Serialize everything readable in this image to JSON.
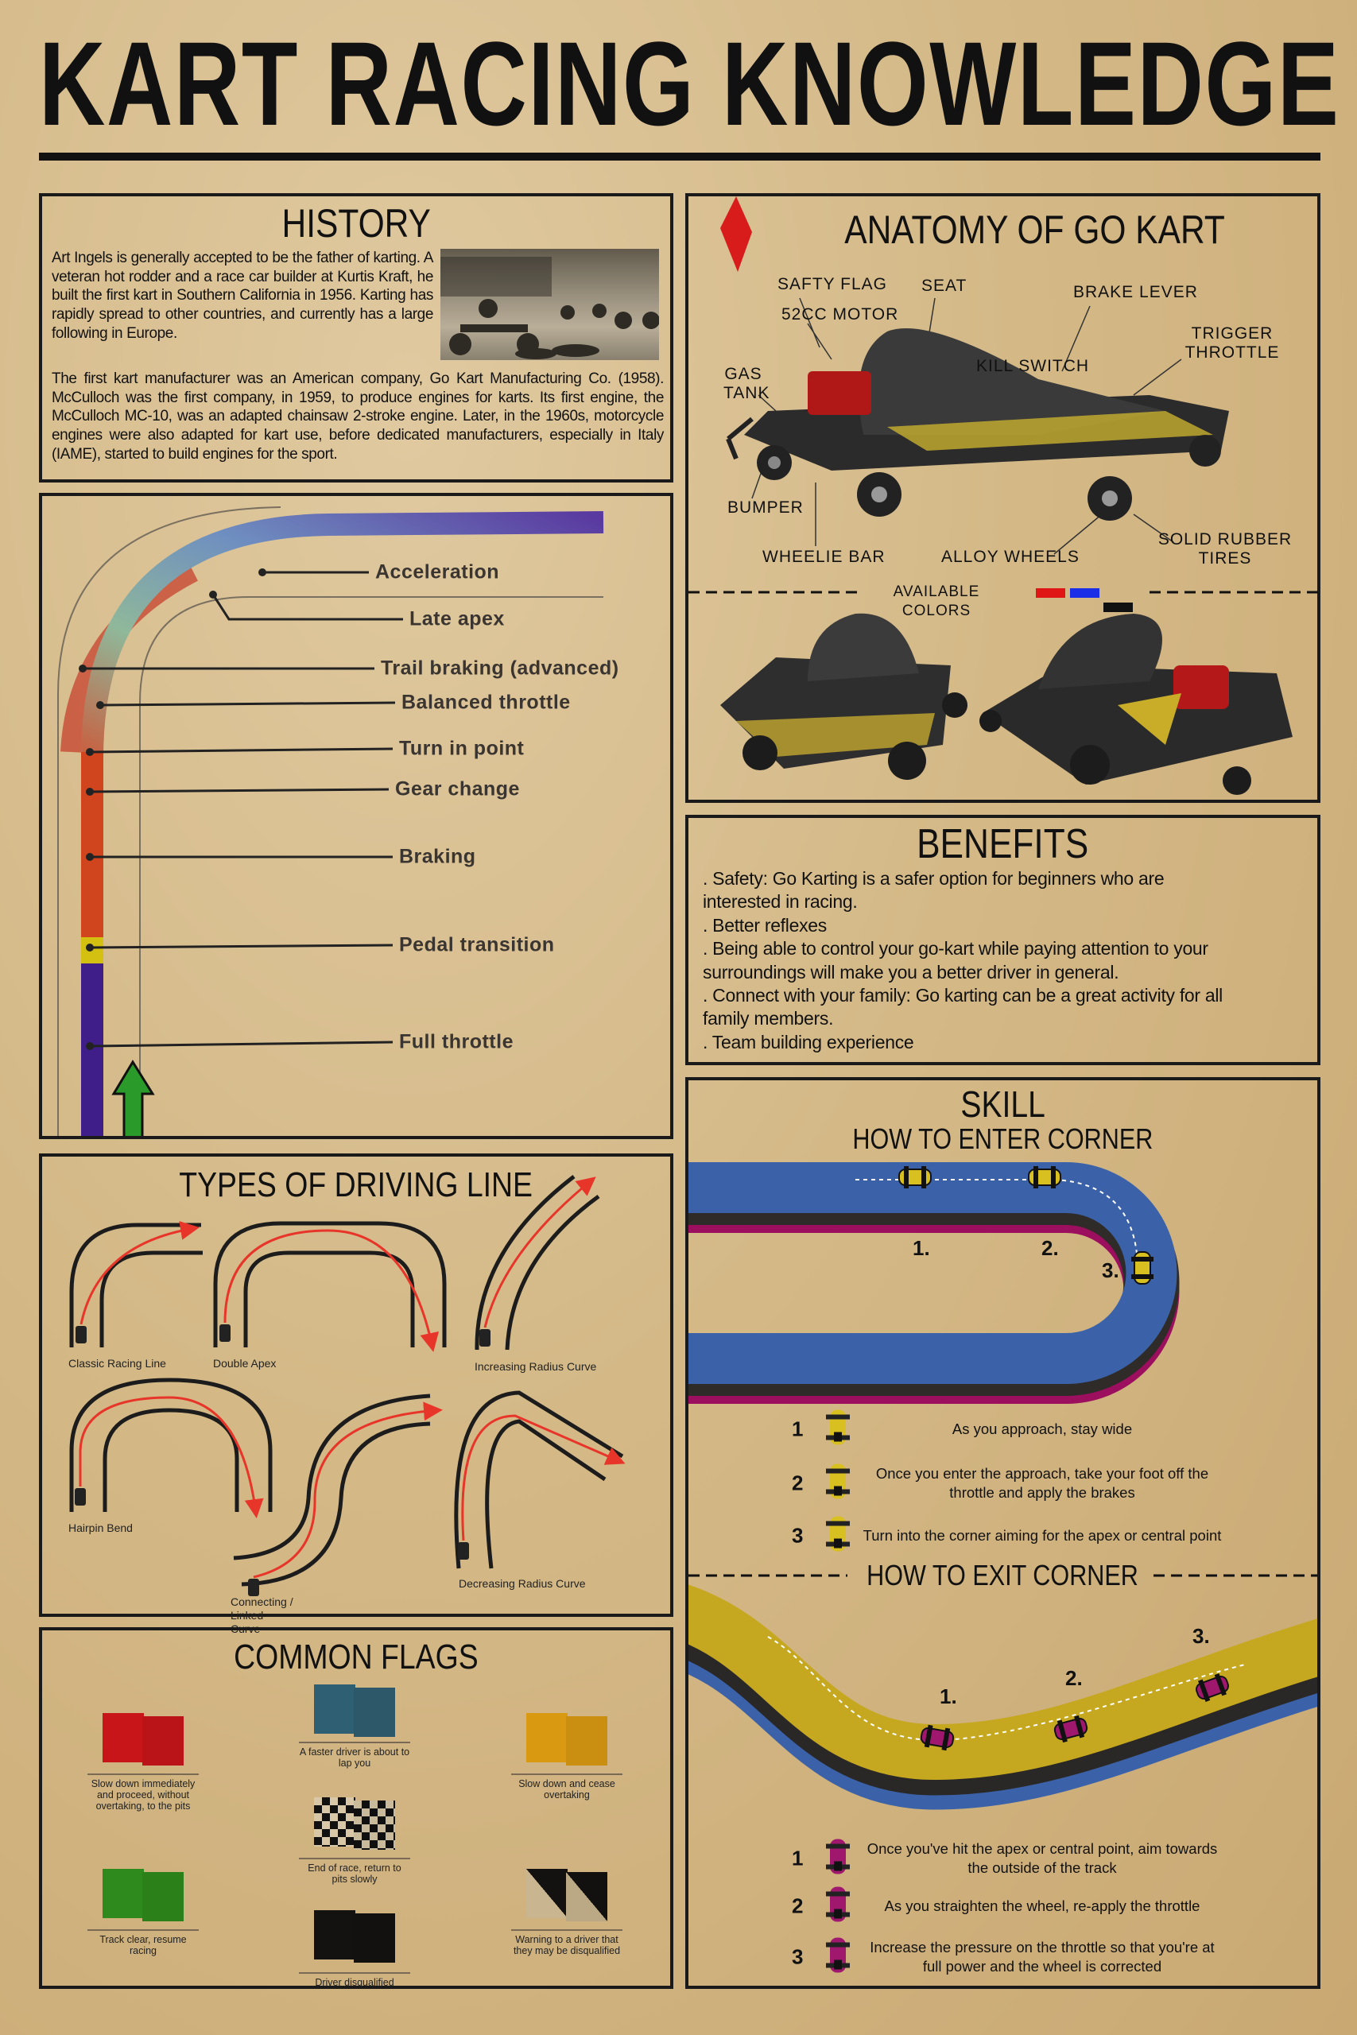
{
  "title": "KART RACING KNOWLEDGE",
  "history": {
    "heading": "HISTORY",
    "p1": "Art Ingels is generally accepted to be the father of karting. A veteran hot rodder and a race car builder at Kurtis Kraft, he built the first kart in Southern California in 1956. Karting has rapidly spread to other countries, and currently has a large following in Europe.",
    "p2": "The first kart manufacturer was an American company, Go Kart Manufacturing Co. (1958). McCulloch was the first company, in 1959, to produce engines for karts. Its first engine, the McCulloch MC-10, was an adapted chainsaw 2-stroke engine. Later, in the 1960s, motorcycle engines were also adapted for kart use, before dedicated manufacturers, especially in Italy (IAME), started to build engines for the sport."
  },
  "racing_line": {
    "labels": [
      "Acceleration",
      "Late apex",
      "Trail braking (advanced)",
      "Balanced throttle",
      "Turn in point",
      "Gear change",
      "Braking",
      "Pedal transition",
      "Full throttle"
    ]
  },
  "driving_lines": {
    "heading": "TYPES OF DRIVING LINE",
    "items": [
      "Classic Racing Line",
      "Double Apex",
      "Increasing Radius Curve",
      "Hairpin Bend",
      "Connecting / Linked Curve",
      "Decreasing Radius Curve"
    ]
  },
  "flags": {
    "heading": "COMMON FLAGS",
    "items": [
      {
        "caption": "Slow down immediately and proceed, without overtaking, to the pits",
        "color": "#c8151a",
        "pattern": "solid"
      },
      {
        "caption": "A faster driver is about to lap you",
        "color": "#2f5f72",
        "pattern": "solid"
      },
      {
        "caption": "Slow down and cease overtaking",
        "color": "#d99a12",
        "pattern": "solid"
      },
      {
        "caption": "End of race, return to pits slowly",
        "color": "#111111",
        "pattern": "checker"
      },
      {
        "caption": "Track clear, resume racing",
        "color": "#2e8a1c",
        "pattern": "solid"
      },
      {
        "caption": "Driver disqualified",
        "color": "#141210",
        "pattern": "solid"
      },
      {
        "caption": "Warning to a driver that they may be disqualified",
        "color": "#141210",
        "pattern": "diagonal"
      }
    ]
  },
  "anatomy": {
    "heading": "ANATOMY OF GO KART",
    "labels": [
      "SAFTY FLAG",
      "SEAT",
      "BRAKE LEVER",
      "52CC MOTOR",
      "TRIGGER THROTTLE",
      "KILL SWITCH",
      "GAS TANK",
      "BUMPER",
      "WHEELIE BAR",
      "ALLOY WHEELS",
      "SOLID RUBBER TIRES"
    ],
    "colors_label": "AVAILABLE COLORS",
    "colors": [
      "#e01515",
      "#1a2ee8",
      "#111111"
    ]
  },
  "benefits": {
    "heading": "BENEFITS",
    "lines": [
      ". Safety: Go Karting is a safer option for beginners who are",
      "interested in racing.",
      ". Better reflexes",
      ". Being able to control your go-kart while paying attention to your",
      "surroundings will make you a better driver in general.",
      ". Connect with your family: Go karting can be a great activity for all",
      "family members.",
      ". Team building experience"
    ]
  },
  "skill": {
    "heading": "SKILL",
    "enter": {
      "heading": "HOW TO ENTER CORNER",
      "track_labels": [
        "1.",
        "2.",
        "3."
      ],
      "steps": [
        {
          "num": "1",
          "text": "As you approach, stay wide"
        },
        {
          "num": "2",
          "text": "Once you enter the approach, take your foot off the throttle and apply the brakes"
        },
        {
          "num": "3",
          "text": "Turn into the corner aiming for the apex or central point"
        }
      ]
    },
    "exit": {
      "heading": "HOW TO EXIT CORNER",
      "track_labels": [
        "1.",
        "2.",
        "3."
      ],
      "steps": [
        {
          "num": "1",
          "text": "Once you've hit the apex or central point, aim towards the outside of the track"
        },
        {
          "num": "2",
          "text": "As you straighten the wheel, re-apply the throttle"
        },
        {
          "num": "3",
          "text": "Increase the pressure on the throttle so that you're at full power and the wheel is corrected"
        }
      ]
    },
    "colors": {
      "track_blue": "#3b62a8",
      "track_magenta": "#9c0f5f",
      "track_yellow": "#c6a820",
      "kart_yellow": "#d8c020",
      "kart_magenta": "#a0186e"
    }
  }
}
